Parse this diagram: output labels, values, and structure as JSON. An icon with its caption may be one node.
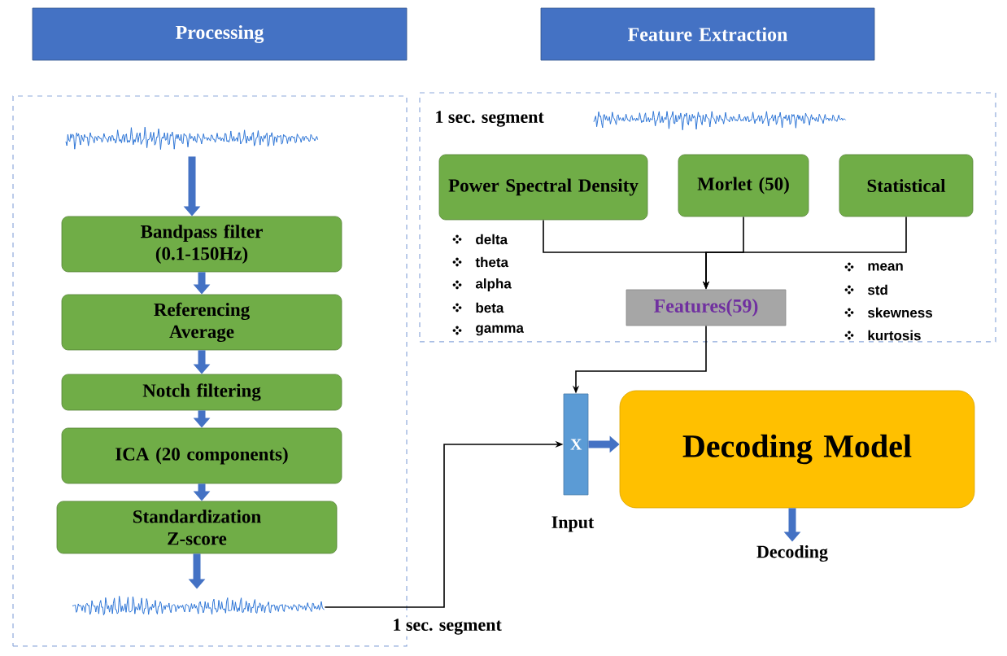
{
  "diagram": {
    "nodes": [
      {
        "text": [
          "Processing"
        ]
      },
      {
        "text": [
          "Feature Extraction"
        ]
      },
      {
        "text": [],
        "shape": "box"
      },
      {
        "text": [],
        "shape": "picture",
        "in": 2
      },
      {
        "text": [
          "Bandpass filter (0.1-150Hz)"
        ],
        "in": 2
      },
      {
        "text": [
          "Referencing Average"
        ],
        "in": 2
      },
      {
        "text": [
          "Notch filtering"
        ],
        "in": 2
      },
      {
        "text": [
          "ICA (20 components)"
        ],
        "in": 2
      },
      {
        "text": [
          "Standardization Z-score"
        ],
        "in": 2
      },
      {
        "text": [],
        "shape": "picture",
        "in": 2
      },
      {
        "text": [],
        "shape": "box"
      },
      {
        "text": [
          "Power Spectral Density"
        ],
        "in": 10,
        "beside": [
          "delta",
          "theta",
          "alpha",
          "beta",
          "gamma"
        ]
      },
      {
        "text": [
          "Morlet (50)"
        ],
        "in": 10
      },
      {
        "text": [
          "Statistical"
        ],
        "in": 10,
        "beside": [
          "mean",
          "std",
          "skewness",
          "kurtosis"
        ]
      },
      {
        "text": [
          "Features(59)"
        ],
        "in": 10
      },
      {
        "text": [
          "X"
        ],
        "beside": [
          "Input"
        ]
      },
      {
        "text": [
          "Decoding Model"
        ]
      },
      {
        "text": [
          "Decoding"
        ]
      }
    ],
    "edges": [
      {
        "from": 3,
        "to": 4,
        "arrow": "to"
      },
      {
        "from": 4,
        "to": 5,
        "arrow": "to"
      },
      {
        "from": 5,
        "to": 6,
        "arrow": "to"
      },
      {
        "from": 6,
        "to": 7,
        "arrow": "to"
      },
      {
        "from": 7,
        "to": 8,
        "arrow": "to"
      },
      {
        "from": 8,
        "to": 9,
        "arrow": "to"
      },
      {
        "from": 11,
        "to": 14,
        "arrow": "to",
        "color": "#000000"
      },
      {
        "from": 12,
        "to": 14,
        "arrow": "to",
        "color": "#000000"
      },
      {
        "from": 13,
        "to": 14,
        "arrow": "to",
        "color": "#000000"
      },
      {
        "from": 14,
        "to": 15,
        "arrow": "to",
        "color": "#000000"
      },
      {
        "from": 9,
        "to": 15,
        "arrow": "to",
        "label": "1 sec. segment",
        "color": "#000000"
      },
      {
        "from": 15,
        "to": 16,
        "arrow": "to"
      },
      {
        "from": 16,
        "to": 17,
        "arrow": "to"
      }
    ],
    "labels": [
      "1 sec. segment"
    ]
  }
}
